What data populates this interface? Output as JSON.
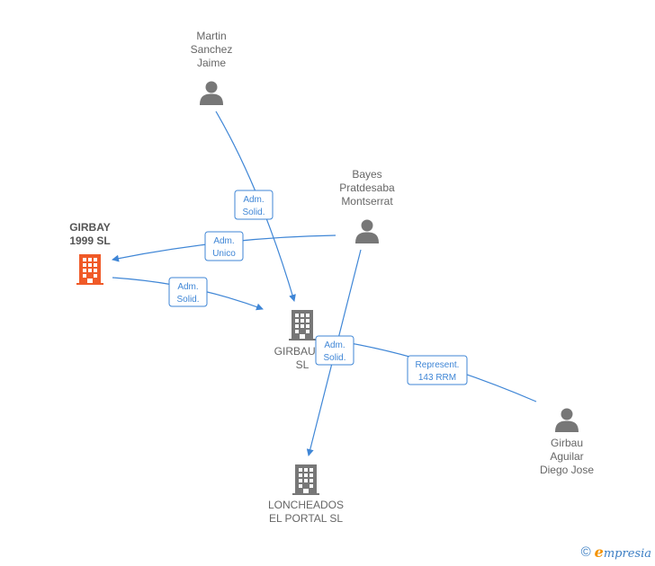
{
  "nodes": [
    {
      "id": "martin",
      "type": "person",
      "label": [
        "Martin",
        "Sanchez",
        "Jaime"
      ]
    },
    {
      "id": "bayes",
      "type": "person",
      "label": [
        "Bayes",
        "Pratdesaba",
        "Montserrat"
      ]
    },
    {
      "id": "girbay",
      "type": "company-focus",
      "label": [
        "GIRBAY",
        "1999  SL"
      ]
    },
    {
      "id": "girbaufo",
      "type": "company",
      "label": [
        "GIRBAUFO",
        "SL"
      ]
    },
    {
      "id": "loncheados",
      "type": "company",
      "label": [
        "LONCHEADOS",
        "EL PORTAL SL"
      ]
    },
    {
      "id": "girbau",
      "type": "person",
      "label": [
        "Girbau",
        "Aguilar",
        "Diego Jose"
      ]
    }
  ],
  "edges": [
    {
      "id": "e1",
      "from": "martin",
      "to": "girbaufo",
      "label": [
        "Adm.",
        "Solid."
      ]
    },
    {
      "id": "e2",
      "from": "bayes",
      "to": "girbay",
      "label": [
        "Adm.",
        "Unico"
      ]
    },
    {
      "id": "e3",
      "from": "girbay",
      "to": "girbaufo",
      "label": [
        "Adm.",
        "Solid."
      ]
    },
    {
      "id": "e4",
      "from": "bayes",
      "to": "loncheados",
      "label": [
        "Adm.",
        "Solid."
      ]
    },
    {
      "id": "e5",
      "from": "girbau",
      "to": "girbaufo",
      "label": [
        "Represent.",
        "143 RRM"
      ]
    }
  ],
  "colors": {
    "edge": "#3f86d6",
    "company": "#777777",
    "focus": "#f05a28",
    "person": "#777777"
  },
  "footer": {
    "copyright": "©",
    "brand_initial": "e",
    "brand_rest": "mpresia"
  }
}
